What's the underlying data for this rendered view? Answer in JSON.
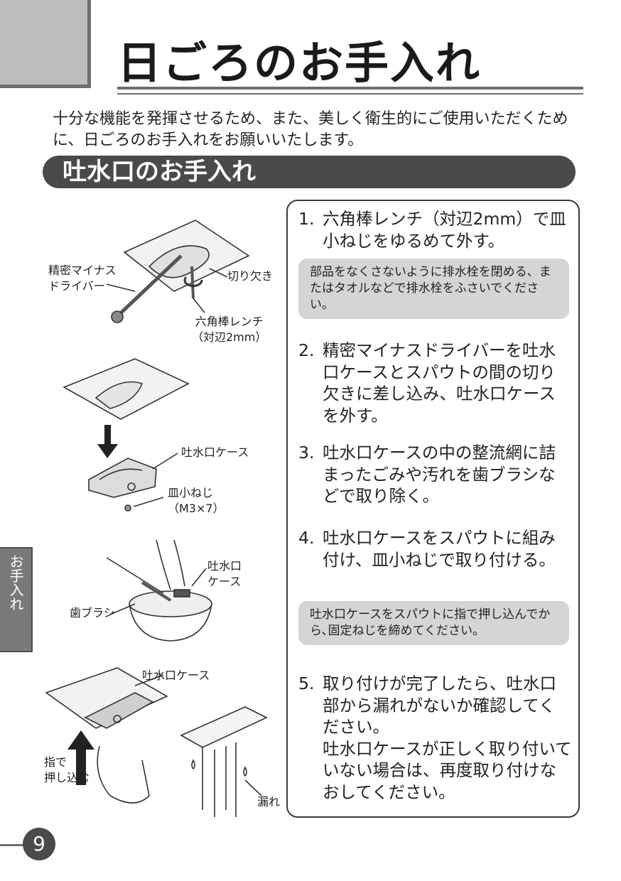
{
  "header": {
    "title": "日ごろのお手入れ",
    "intro": "十分な機能を発揮させるため、また、美しく衛生的にご使用いただくために、日ごろのお手入れをお願いいたします。"
  },
  "section": {
    "title": "吐水口のお手入れ"
  },
  "callouts": {
    "screwdriver": "精密マイナス\nドライバー",
    "notch": "切り欠き",
    "hex_wrench": "六角棒レンチ\n（対辺2mm）",
    "spout_case_1": "吐水口ケース",
    "screw": "皿小ねじ\n（M3×7）",
    "spout_case_2": "吐水口\nケース",
    "toothbrush": "歯ブラシ",
    "spout_case_3": "吐水口ケース",
    "push_in": "指で\n押し込む",
    "leak": "漏れ"
  },
  "steps": [
    {
      "num": "1.",
      "text": "六角棒レンチ（対辺2mm）で皿小ねじをゆるめて外す。"
    },
    {
      "num": "2.",
      "text": "精密マイナスドライバーを吐水口ケースとスパウトの間の切り欠きに差し込み、吐水口ケースを外す。"
    },
    {
      "num": "3.",
      "text": "吐水口ケースの中の整流網に詰まったごみや汚れを歯ブラシなどで取り除く。"
    },
    {
      "num": "4.",
      "text": "吐水口ケースをスパウトに組み付け、皿小ねじで取り付ける。"
    },
    {
      "num": "5.",
      "text": "取り付けが完了したら、吐水口部から漏れがないか確認してください。\n吐水口ケースが正しく取り付いていない場合は、再度取り付けなおしてください。"
    }
  ],
  "notes": [
    "部品をなくさないように排水栓を閉める、またはタオルなどで排水栓をふさいでください。",
    "吐水口ケースをスパウトに指で押し込んでから､固定ねじを締めてください。"
  ],
  "side_tab": "お手入れ",
  "page_number": "9"
}
